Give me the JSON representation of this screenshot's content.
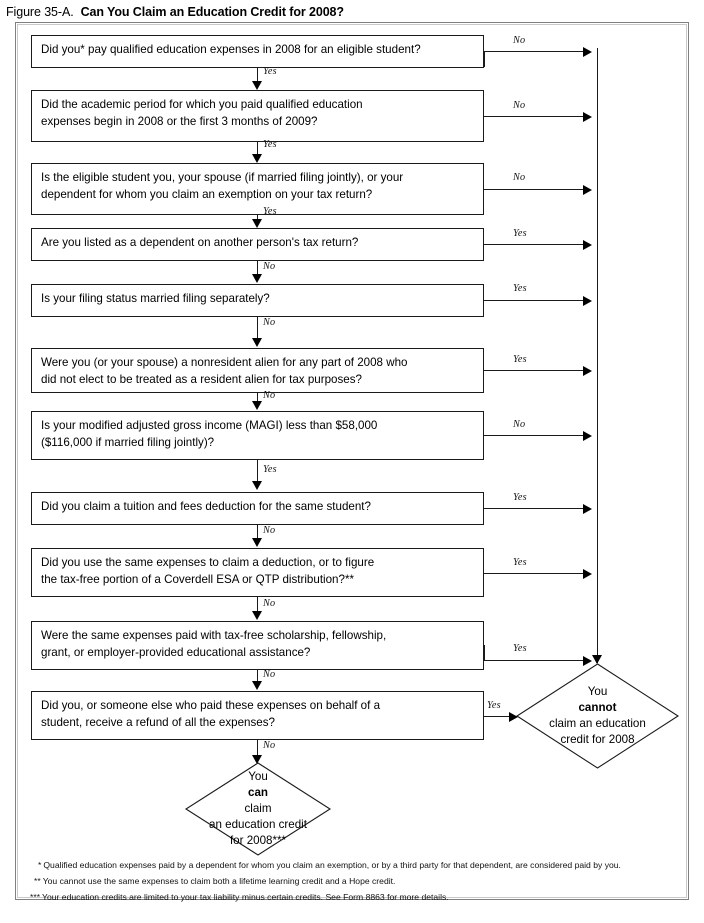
{
  "figure": {
    "number": "Figure 35-A.",
    "title": "Can You Claim an Education Credit for 2008?"
  },
  "flow": {
    "boxes": [
      {
        "id": "q1",
        "lines": [
          "Did you* pay qualified education expenses in 2008 for an eligible student?"
        ],
        "branch_side_label": "No",
        "branch_down_label": "Yes"
      },
      {
        "id": "q2",
        "lines": [
          "Did the academic period for which you paid qualified education",
          "expenses begin in 2008 or the first 3 months of 2009?"
        ],
        "branch_side_label": "No",
        "branch_down_label": "Yes"
      },
      {
        "id": "q3",
        "lines": [
          "Is the eligible student you, your spouse (if married filing jointly), or your",
          "dependent for whom you claim an exemption on your tax return?"
        ],
        "branch_side_label": "No",
        "branch_down_label": "Yes"
      },
      {
        "id": "q4",
        "lines": [
          "Are you listed as a dependent on another person's tax return?"
        ],
        "branch_side_label": "Yes",
        "branch_down_label": "No"
      },
      {
        "id": "q5",
        "lines": [
          "Is your filing status married filing separately?"
        ],
        "branch_side_label": "Yes",
        "branch_down_label": "No"
      },
      {
        "id": "q6",
        "lines": [
          "Were you (or your spouse) a nonresident alien for any part of 2008 who",
          "did not elect to be treated as a resident alien for tax purposes?"
        ],
        "branch_side_label": "Yes",
        "branch_down_label": "No"
      },
      {
        "id": "q7",
        "lines": [
          "Is your modified adjusted gross income (MAGI) less than $58,000",
          "($116,000 if married filing jointly)?"
        ],
        "branch_side_label": "No",
        "branch_down_label": "Yes"
      },
      {
        "id": "q8",
        "lines": [
          "Did you claim a tuition and fees deduction for the same student?"
        ],
        "branch_side_label": "Yes",
        "branch_down_label": "No"
      },
      {
        "id": "q9",
        "lines": [
          "Did you use the same expenses to claim a deduction, or to figure",
          "the tax-free portion of a Coverdell ESA or QTP distribution?**"
        ],
        "branch_side_label": "Yes",
        "branch_down_label": "No"
      },
      {
        "id": "q10",
        "lines": [
          "Were the same expenses paid with tax-free scholarship, fellowship,",
          "grant, or employer-provided educational assistance?"
        ],
        "branch_side_label": "Yes",
        "branch_down_label": "No"
      },
      {
        "id": "q11",
        "lines": [
          "Did you, or someone else who paid these expenses on behalf of a",
          "student, receive a refund of all the expenses?"
        ],
        "branch_side_label": "Yes",
        "branch_down_label": "No"
      }
    ],
    "terminals": [
      {
        "id": "cannot",
        "line1_pre": "You ",
        "line1_bold": "cannot",
        "line1_post": "",
        "line2": "claim an education",
        "line3": "credit for 2008"
      },
      {
        "id": "can",
        "line1_pre": "You ",
        "line1_bold": "can",
        "line1_post": " claim",
        "line2": "an education credit",
        "line3": "for 2008***"
      }
    ]
  },
  "footnotes": [
    {
      "mark": "*",
      "text": "Qualified education expenses paid by a dependent for whom you claim an exemption, or by a third party for that dependent, are considered paid by you."
    },
    {
      "mark": "**",
      "text": "You cannot use the same expenses to claim both a lifetime learning credit and a Hope credit."
    },
    {
      "mark": "***",
      "text": "Your education credits are limited to your tax liability minus certain credits. See Form 8863 for more details."
    }
  ],
  "colors": {
    "line": "#1a1a1a",
    "frame": "#808080",
    "background": "#ffffff"
  }
}
